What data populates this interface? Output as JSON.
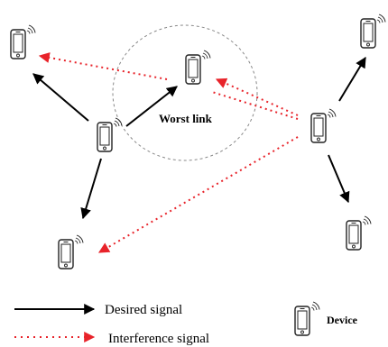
{
  "labels": {
    "worst_link": "Worst link",
    "device": "Device"
  },
  "legend": {
    "desired_signal": "Desired signal",
    "interference_signal": "Interference signal",
    "device": "Device"
  },
  "colors": {
    "desired": "#000000",
    "interference": "#e8232a",
    "circle": "#888888"
  },
  "icons": {
    "device": "smartphone-with-signal-icon"
  }
}
